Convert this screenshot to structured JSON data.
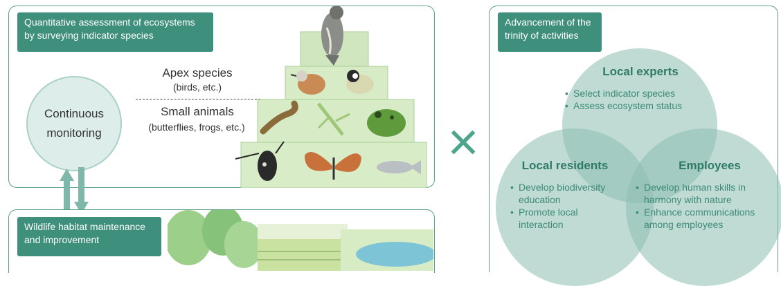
{
  "left_panel": {
    "tag_lines": [
      "Quantitative assessment of ecosystems",
      "by surveying indicator species"
    ],
    "apex_title": "Apex species",
    "apex_sub": "(birds, etc.)",
    "small_title": "Small animals",
    "small_sub": "(butterflies, frogs, etc.)",
    "monitoring_lines": [
      "Continuous",
      "monitoring"
    ]
  },
  "habitat_panel": {
    "tag_lines": [
      "Wildlife habitat maintenance",
      "and improvement"
    ]
  },
  "operator": "×",
  "right_panel": {
    "tag_lines": [
      "Advancement of the",
      "trinity of activities"
    ],
    "local_experts": {
      "title": "Local experts",
      "items": [
        "Select indicator species",
        "Assess ecosystem status"
      ]
    },
    "local_residents": {
      "title": "Local residents",
      "items": [
        [
          "Develop biodiversity",
          "education"
        ],
        [
          "Promote local",
          "interaction"
        ]
      ]
    },
    "employees": {
      "title": "Employees",
      "items": [
        [
          "Develop human skills in",
          "harmony with nature"
        ],
        [
          "Enhance communications",
          "among employees"
        ]
      ]
    }
  },
  "colors": {
    "accent": "#3e8f7c",
    "border": "#5a9e8c",
    "venn_fill": "#8cbeb0",
    "venn_text": "#2f7a66"
  }
}
